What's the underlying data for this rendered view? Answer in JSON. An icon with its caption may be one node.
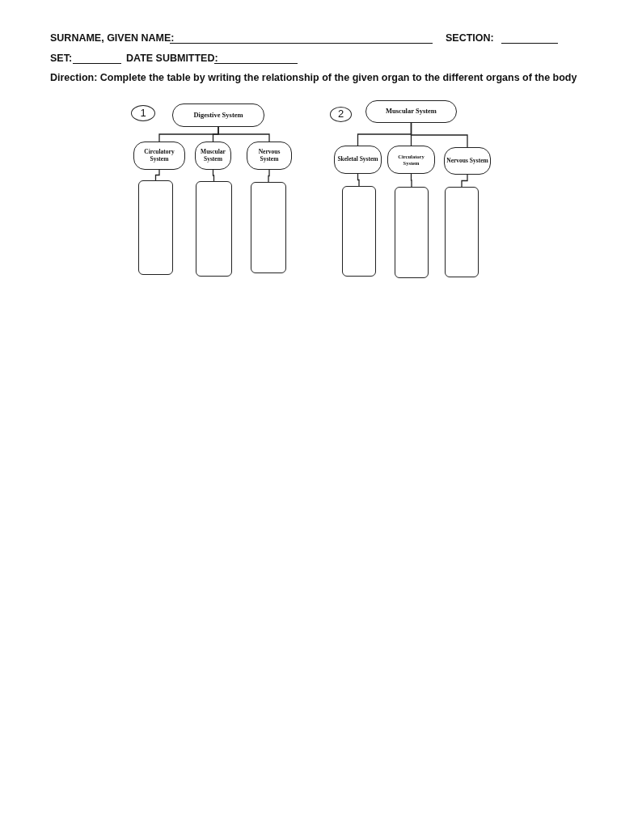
{
  "diagram": {
    "nodes": [
      {
        "text": [
          "1"
        ]
      },
      {
        "text": [
          "Digestive System"
        ]
      },
      {
        "text": [
          "Circulatory System"
        ]
      },
      {
        "text": [
          "Muscular System"
        ]
      },
      {
        "text": [
          "Nervous System"
        ]
      },
      {
        "text": [],
        "shape": "box"
      },
      {
        "text": [],
        "shape": "box"
      },
      {
        "text": [],
        "shape": "box"
      },
      {
        "text": [
          "2"
        ]
      },
      {
        "text": [
          "Muscular System"
        ]
      },
      {
        "text": [
          "Skeletal System"
        ]
      },
      {
        "text": [
          "Circulatory System"
        ]
      },
      {
        "text": [
          "Nervous System"
        ]
      },
      {
        "text": [],
        "shape": "box"
      },
      {
        "text": [],
        "shape": "box"
      },
      {
        "text": [],
        "shape": "box"
      }
    ],
    "edges": [
      {
        "from": 1,
        "to": 2,
        "arrow": "none"
      },
      {
        "from": 1,
        "to": 3,
        "arrow": "none"
      },
      {
        "from": 1,
        "to": 4,
        "arrow": "none"
      },
      {
        "from": 2,
        "to": 5,
        "arrow": "none"
      },
      {
        "from": 3,
        "to": 6,
        "arrow": "none"
      },
      {
        "from": 4,
        "to": 7,
        "arrow": "none"
      },
      {
        "from": 9,
        "to": 10,
        "arrow": "none"
      },
      {
        "from": 9,
        "to": 11,
        "arrow": "none"
      },
      {
        "from": 9,
        "to": 12,
        "arrow": "none"
      },
      {
        "from": 10,
        "to": 13,
        "arrow": "none"
      },
      {
        "from": 11,
        "to": 14,
        "arrow": "none"
      },
      {
        "from": 12,
        "to": 15,
        "arrow": "none"
      }
    ],
    "labels": [
      "SURNAME, GIVEN NAME:",
      "SECTION:",
      "SET:",
      "DATE SUBMITTED:",
      "Direction: Complete the table by writing the relationship of the given organ to the different organs of the body"
    ]
  }
}
